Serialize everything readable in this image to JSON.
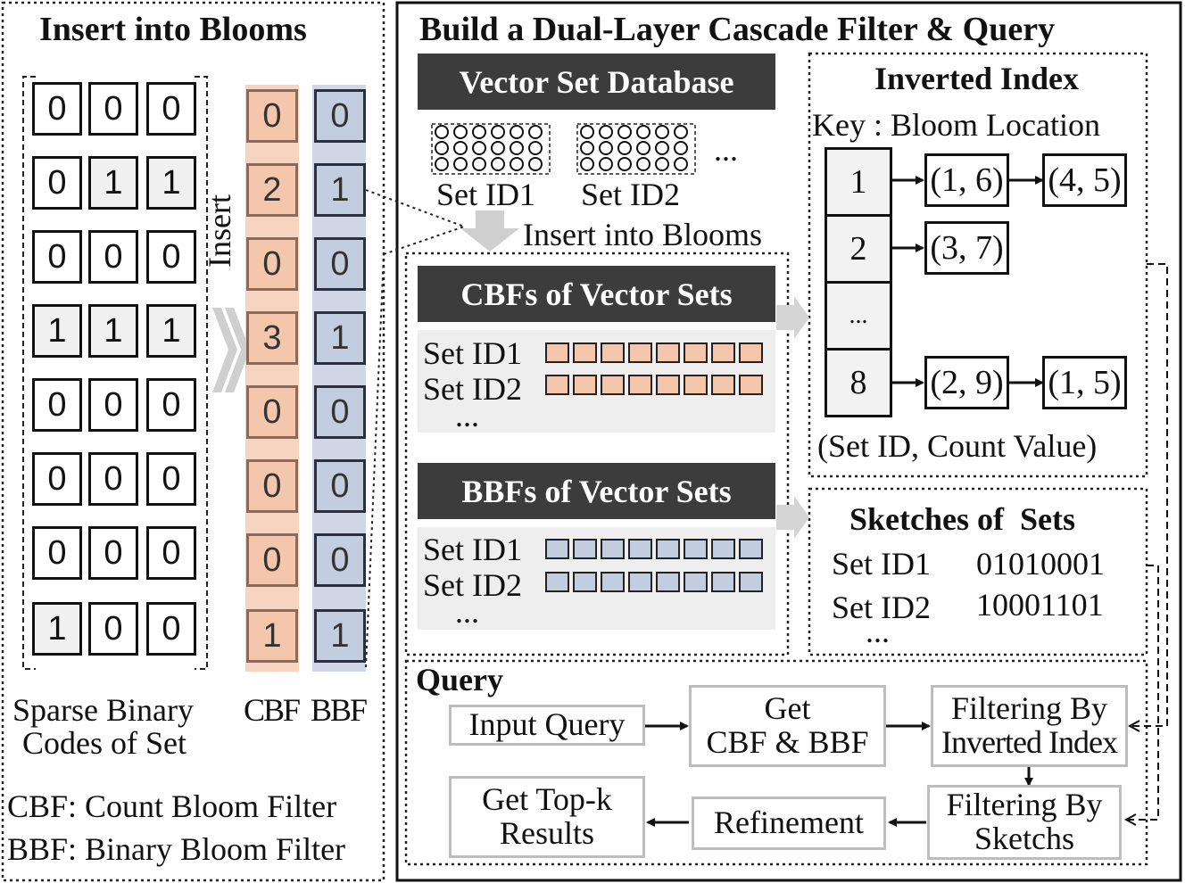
{
  "left_panel": {
    "title": "Insert into Blooms",
    "matrix": [
      [
        0,
        0,
        0
      ],
      [
        0,
        1,
        1
      ],
      [
        0,
        0,
        0
      ],
      [
        1,
        1,
        1
      ],
      [
        0,
        0,
        0
      ],
      [
        0,
        0,
        0
      ],
      [
        0,
        0,
        0
      ],
      [
        1,
        0,
        0
      ]
    ],
    "cbf_values": [
      0,
      2,
      0,
      3,
      0,
      0,
      0,
      1
    ],
    "bbf_values": [
      0,
      1,
      0,
      1,
      0,
      0,
      0,
      1
    ],
    "insert_label": "Insert",
    "sparse_label_line1": "Sparse Binary",
    "sparse_label_line2": "Codes of Set",
    "cbf_label": "CBF",
    "bbf_label": "BBF",
    "legend_cbf": "CBF: Count Bloom Filter",
    "legend_bbf": "BBF: Binary Bloom Filter"
  },
  "right_panel": {
    "title": "Build a Dual-Layer Cascade Filter & Query",
    "vector_db": {
      "header": "Vector Set Database",
      "set1": "Set ID1",
      "set2": "Set ID2",
      "ellipsis": "..."
    },
    "insert_label": "Insert into Blooms",
    "cbfs": {
      "header": "CBFs of Vector Sets",
      "set1": "Set ID1",
      "set2": "Set ID2",
      "ellipsis": "..."
    },
    "bbfs": {
      "header": "BBFs of Vector Sets",
      "set1": "Set ID1",
      "set2": "Set ID2",
      "ellipsis": "..."
    },
    "inverted_index": {
      "title": "Inverted Index",
      "subtitle": "Key : Bloom Location",
      "keys": [
        "1",
        "2",
        "...",
        "8"
      ],
      "key1_pairs": [
        "(1, 6)",
        "(4, 5)"
      ],
      "key2_pairs": [
        "(3, 7)"
      ],
      "key8_pairs": [
        "(2, 9)",
        "(1, 5)"
      ],
      "footer": "(Set ID, Count Value)"
    },
    "sketches": {
      "title": "Sketches of  Sets",
      "row1_id": "Set ID1",
      "row1_val": "01010001",
      "row2_id": "Set ID2",
      "row2_val": "10001101",
      "ellipsis": "..."
    },
    "query": {
      "title": "Query",
      "input": "Input Query",
      "get_line1": "Get",
      "get_line2": "CBF & BBF",
      "filter_inv_line1": "Filtering By",
      "filter_inv_line2": "Inverted Index",
      "filter_sk_line1": "Filtering By",
      "filter_sk_line2": "Sketchs",
      "refinement": "Refinement",
      "topk_line1": "Get Top-k",
      "topk_line2": "Results"
    }
  }
}
